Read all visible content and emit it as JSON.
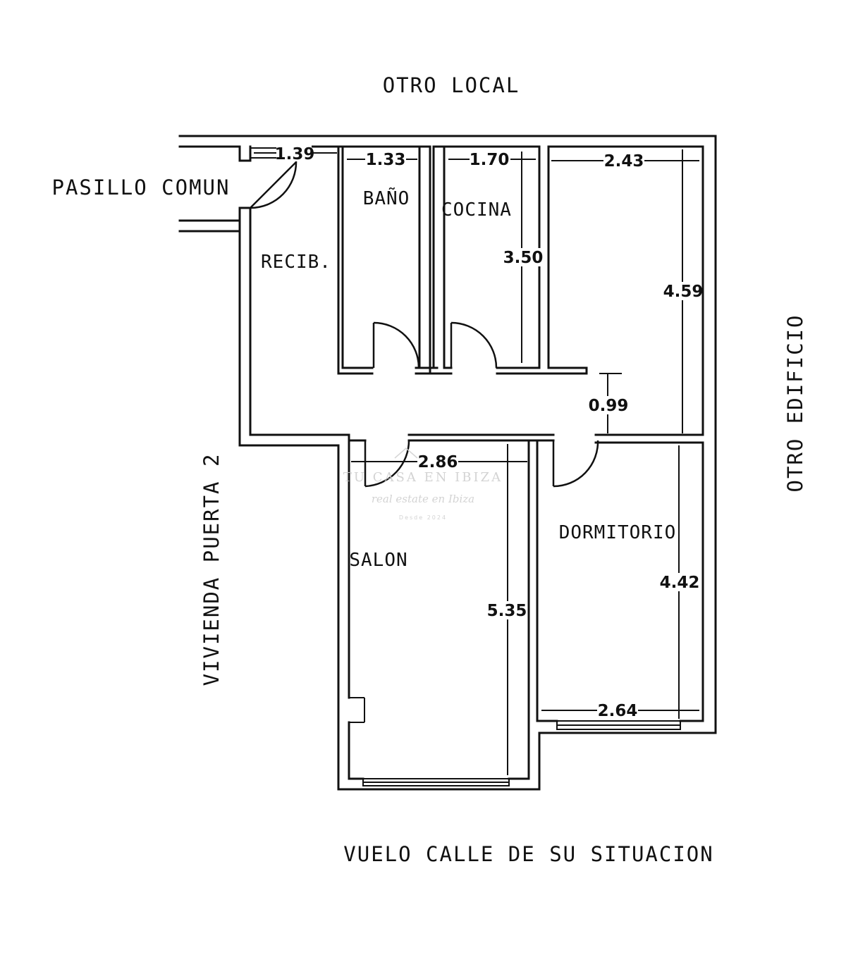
{
  "surroundings": {
    "top": "OTRO LOCAL",
    "left_corridor": "PASILLO COMUN",
    "left_side": "VIVIENDA PUERTA 2",
    "right_side": "OTRO EDIFICIO",
    "bottom": "VUELO CALLE DE SU SITUACION"
  },
  "rooms": {
    "recibidor": "RECIB.",
    "bano": "BAÑO",
    "cocina": "COCINA",
    "salon": "SALON",
    "dormitorio": "DORMITORIO"
  },
  "dimensions": {
    "entrance_width": "1.39",
    "bano_width": "1.33",
    "cocina_width": "1.70",
    "cocina_depth": "3.50",
    "room_top_right_width": "2.43",
    "room_top_right_depth": "4.59",
    "hall_depth": "0.99",
    "salon_width": "2.86",
    "salon_depth": "5.35",
    "dormitorio_depth": "4.42",
    "dormitorio_width": "2.64"
  },
  "watermark": {
    "brand": "TU CASA EN IBIZA",
    "tagline": "real estate en Ibiza",
    "since": "Desde 2024"
  }
}
